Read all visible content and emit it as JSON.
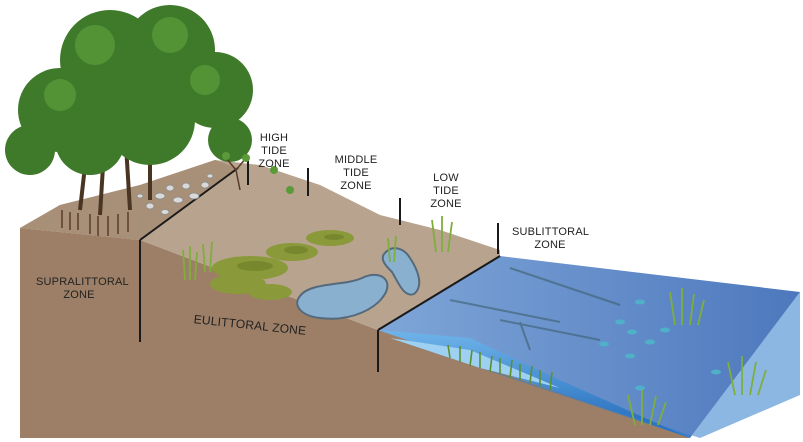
{
  "zones": {
    "supralittoral": "SUPRALITTORAL\nZONE",
    "eulittoral": "EULITTORAL ZONE",
    "high_tide": "HIGH\nTIDE\nZONE",
    "middle_tide": "MIDDLE\nTIDE\nZONE",
    "low_tide": "LOW\nTIDE\nZONE",
    "sublittoral": "SUBLITTORAL\nZONE"
  },
  "colors": {
    "soil_top": "#b8a48e",
    "soil_front": "#9c7f66",
    "soil_side": "#a8907a",
    "water_top": "#5d86c4",
    "water_front": "#2f7fd0",
    "water_light": "#8fc6ee",
    "foliage": "#3f7a2a",
    "algae": "#8a9a3a",
    "seagrass": "#7fae3c"
  }
}
